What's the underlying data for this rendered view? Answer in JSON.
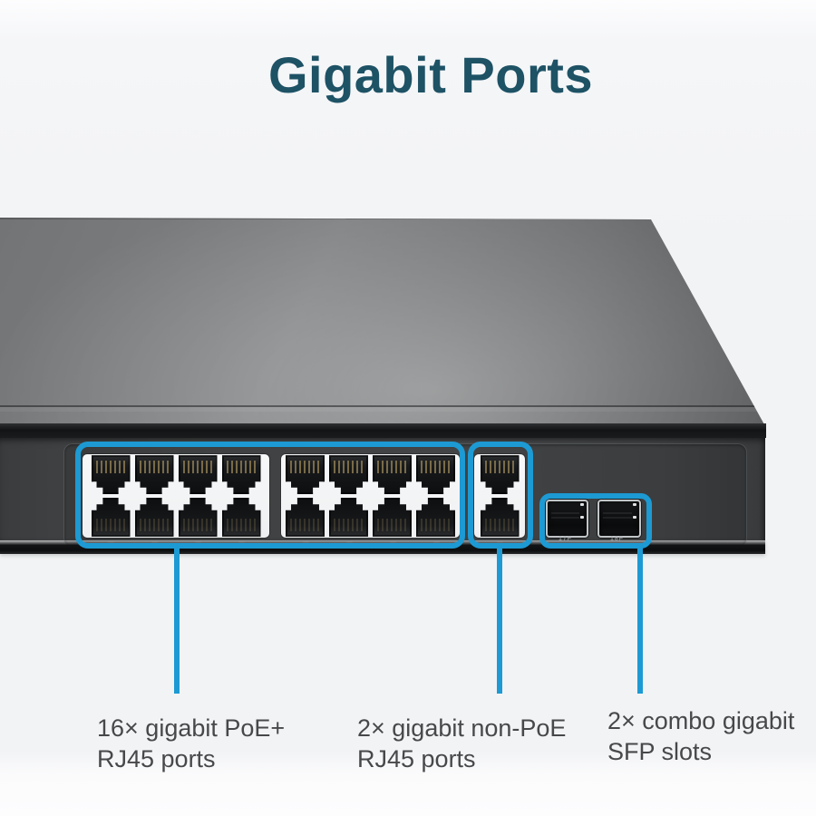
{
  "page": {
    "title": "Gigabit Ports"
  },
  "colors": {
    "accent": "#1d9ad3",
    "title_teal": "#1e5265",
    "label_gray": "#47484a"
  },
  "device": {
    "description": "rack network switch front panel",
    "sfp_port_labels": [
      "17F",
      "18F"
    ]
  },
  "callouts": [
    {
      "line1": "16× gigabit PoE+",
      "line2": "RJ45 ports"
    },
    {
      "line1": "2× gigabit non-PoE",
      "line2": "RJ45 ports"
    },
    {
      "line1": "2× combo gigabit",
      "line2": "SFP slots"
    }
  ]
}
